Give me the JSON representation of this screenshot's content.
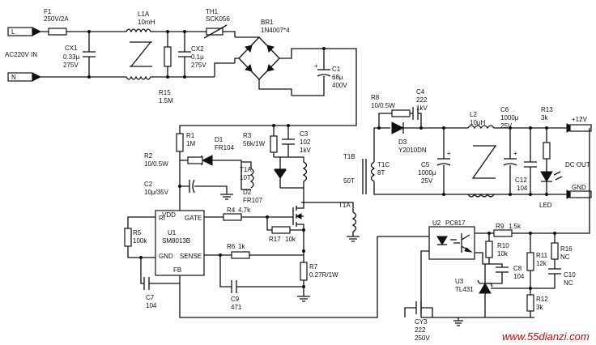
{
  "input": {
    "label": "AC220V  IN",
    "pin_l": "L",
    "pin_n": "N"
  },
  "components": {
    "F1": {
      "ref": "F1",
      "value": "250V/2A"
    },
    "L1A": {
      "ref": "L1A",
      "value": "10mH"
    },
    "TH1": {
      "ref": "TH1",
      "value": "SCK056"
    },
    "BR1": {
      "ref": "BR1",
      "value": "1N4007*4"
    },
    "CX1": {
      "ref": "CX1",
      "value": "0.33μ",
      "value2": "275V"
    },
    "CX2": {
      "ref": "CX2",
      "value": "0.1μ",
      "value2": "275V"
    },
    "R15": {
      "ref": "R15",
      "value": "1.5M"
    },
    "C1": {
      "ref": "C1",
      "value": "68μ",
      "value2": "400V"
    },
    "R1": {
      "ref": "R1",
      "value": "1M"
    },
    "D1": {
      "ref": "D1",
      "value": "FR104"
    },
    "R3": {
      "ref": "R3",
      "value": "56k/1W"
    },
    "C3": {
      "ref": "C3",
      "value": "102",
      "value2": "1kV"
    },
    "T1B": {
      "ref": "T1B",
      "value": "50T"
    },
    "R2": {
      "ref": "R2",
      "value": "10/0.5W"
    },
    "T1A_aux": {
      "ref": "T1A",
      "value": "10T"
    },
    "D2": {
      "ref": "D2",
      "value": "FR107"
    },
    "C2": {
      "ref": "C2",
      "value": "10μ/35V"
    },
    "U1": {
      "ref": "U1",
      "value": "SM8013B",
      "pins": {
        "vdd": "VDD",
        "gate": "GATE",
        "ri": "RI",
        "gnd": "GND",
        "sense": "SENSE",
        "fb": "FB"
      }
    },
    "R4": {
      "ref": "R4",
      "value": "4.7k"
    },
    "R5": {
      "ref": "R5",
      "value": "100k"
    },
    "R17": {
      "ref": "R17",
      "value": "10k"
    },
    "T1A_pri": {
      "ref": "T1A"
    },
    "R6": {
      "ref": "R6",
      "value": "1k"
    },
    "R7": {
      "ref": "R7",
      "value": "0.27R/1W"
    },
    "C7": {
      "ref": "C7",
      "value": "104"
    },
    "C9": {
      "ref": "C9",
      "value": "471"
    },
    "R8": {
      "ref": "R8",
      "value": "10/0.5W"
    },
    "C4": {
      "ref": "C4",
      "value": "222",
      "value2": "1kV"
    },
    "D3": {
      "ref": "D3",
      "value": "Y2010DN"
    },
    "T1C": {
      "ref": "T1C",
      "value": "8T"
    },
    "C5": {
      "ref": "C5",
      "value": "1000μ",
      "value2": "25V"
    },
    "L2": {
      "ref": "L2",
      "value": "10μH"
    },
    "C6": {
      "ref": "C6",
      "value": "1000μ",
      "value2": "25V"
    },
    "R13": {
      "ref": "R13",
      "value": "3k"
    },
    "C12": {
      "ref": "C12",
      "value": "104"
    },
    "LED": {
      "ref": "LED"
    },
    "U2": {
      "ref": "U2",
      "value": "PC817"
    },
    "R9": {
      "ref": "R9",
      "value": "1.5k"
    },
    "R10": {
      "ref": "R10",
      "value": "10k"
    },
    "R16": {
      "ref": "R16",
      "value": "NC"
    },
    "R11": {
      "ref": "R11",
      "value": "12k"
    },
    "C8": {
      "ref": "C8",
      "value": "104"
    },
    "C10": {
      "ref": "C10",
      "value": "NC"
    },
    "U3": {
      "ref": "U3",
      "value": "TL431"
    },
    "R12": {
      "ref": "R12",
      "value": "3k"
    },
    "CY3": {
      "ref": "CY3",
      "value": "222",
      "value2": "250V"
    }
  },
  "output": {
    "plus": "+12V",
    "gnd": "GND",
    "label": "DC OUT"
  },
  "watermark": "www.55dianzi.com"
}
